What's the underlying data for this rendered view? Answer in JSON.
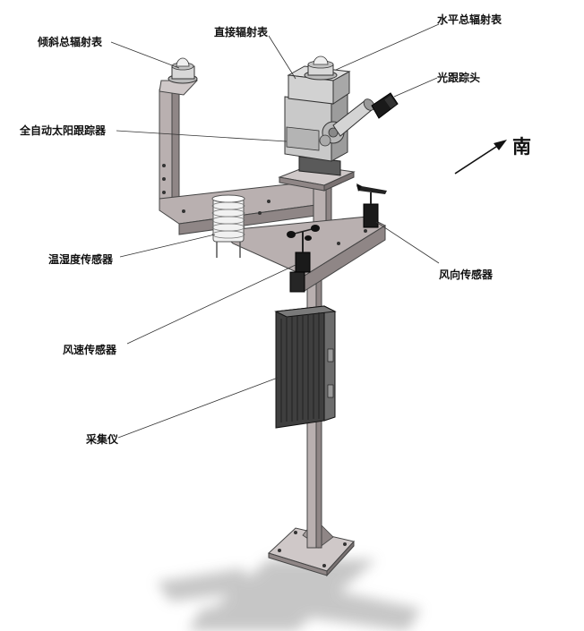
{
  "labels": {
    "tilted_pyranometer": "倾斜总辐射表",
    "direct_radiometer": "直接辐射表",
    "horizontal_pyranometer": "水平总辐射表",
    "light_tracking_head": "光跟踪头",
    "auto_sun_tracker": "全自动太阳跟踪器",
    "temp_humidity_sensor": "温湿度传感器",
    "wind_direction_sensor": "风向传感器",
    "wind_speed_sensor": "风速传感器",
    "data_logger": "采集仪"
  },
  "compass": {
    "direction": "南"
  },
  "colors": {
    "frame": "#b9b0b0",
    "frame_dark": "#8f8686",
    "tracker_body": "#c9c9c9",
    "logger_box": "#3f3f3f",
    "shadow": "#bdbdbd",
    "sensor_black": "#1a1a1a"
  }
}
